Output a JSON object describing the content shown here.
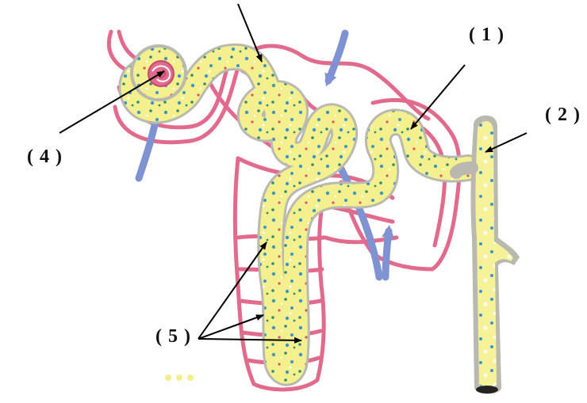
{
  "diagram": {
    "labels": {
      "label_1": "( 1 )",
      "label_2": "( 2 )",
      "label_4": "( 4 )",
      "label_5": "( 5 )"
    },
    "colors": {
      "vessel": "#e26a8c",
      "vessel_outline": "#c44a6e",
      "tubule_fill": "#f3ef8a",
      "tubule_edge": "#b9b9b0",
      "flow_arrow": "#7f93d3",
      "dot_blue": "#3c97c9",
      "dot_teal": "#2c8a7a",
      "dot_pink": "#d9536f",
      "pointer": "#000000"
    }
  }
}
